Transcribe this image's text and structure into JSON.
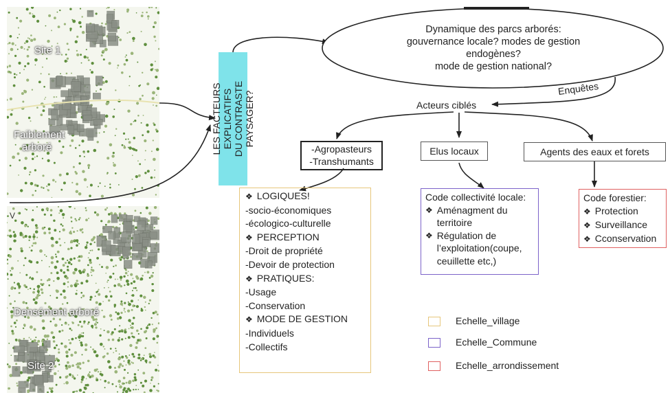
{
  "maps": {
    "top": {
      "site_label": "Site 1",
      "zone_label_line1": "Faiblement",
      "zone_label_line2": "arboré"
    },
    "bottom": {
      "corner_label": "V",
      "zone_label": "Densément arboré",
      "site_label": "Site 2"
    }
  },
  "vertical_box": {
    "line1": "LES FACTEURS EXPLICATIFS",
    "line2": "DU CONTRASTE",
    "line3": "PAYSAGER?"
  },
  "ellipse": {
    "line1": "Dynamique des parcs arborés:",
    "line2": "gouvernance locale? modes de gestion",
    "line3": "endogènes?",
    "line4": "mode de gestion national?"
  },
  "enquetes_label": "Enquêtes",
  "acteurs_label": "Acteurs ciblés",
  "actors": {
    "agro": {
      "line1": "-Agropasteurs",
      "line2": "-Transhumants"
    },
    "elus": "Elus locaux",
    "agents": "Agents des eaux et forets"
  },
  "village_box": {
    "lines": [
      {
        "bullet": true,
        "text": "LOGIQUES!"
      },
      {
        "bullet": false,
        "text": "-socio-économiques"
      },
      {
        "bullet": false,
        "text": "-écologico-culturelle"
      },
      {
        "bullet": true,
        "text": "PERCEPTION"
      },
      {
        "bullet": false,
        "text": "-Droit de propriété"
      },
      {
        "bullet": false,
        "text": "-Devoir de protection"
      },
      {
        "bullet": true,
        "text": "PRATIQUES:"
      },
      {
        "bullet": false,
        "text": "-Usage"
      },
      {
        "bullet": false,
        "text": "-Conservation"
      },
      {
        "bullet": true,
        "text": "MODE DE GESTION"
      },
      {
        "bullet": false,
        "text": "-Individuels"
      },
      {
        "bullet": false,
        "text": "-Collectifs"
      }
    ]
  },
  "commune_box": {
    "title": "Code collectivité locale:",
    "items": [
      {
        "line1": "Aménagment du",
        "line2": "territoire"
      },
      {
        "line1": "Régulation de",
        "line2": "l’exploitation(coupe,",
        "line3": "ceuillette etc,)"
      }
    ]
  },
  "forest_box": {
    "title": "Code forestier:",
    "items": [
      "Protection",
      "Surveillance",
      "Cconservation"
    ]
  },
  "legend": [
    {
      "label": "Echelle_village",
      "color": "#e6c67a"
    },
    {
      "label": "Echelle_Commune",
      "color": "#7b62c9"
    },
    {
      "label": "Echelle_arrondissement",
      "color": "#e06060"
    }
  ],
  "colors": {
    "village": "#e6c67a",
    "commune": "#7b62c9",
    "forest": "#e06060",
    "cyan": "#7fe3ea"
  }
}
